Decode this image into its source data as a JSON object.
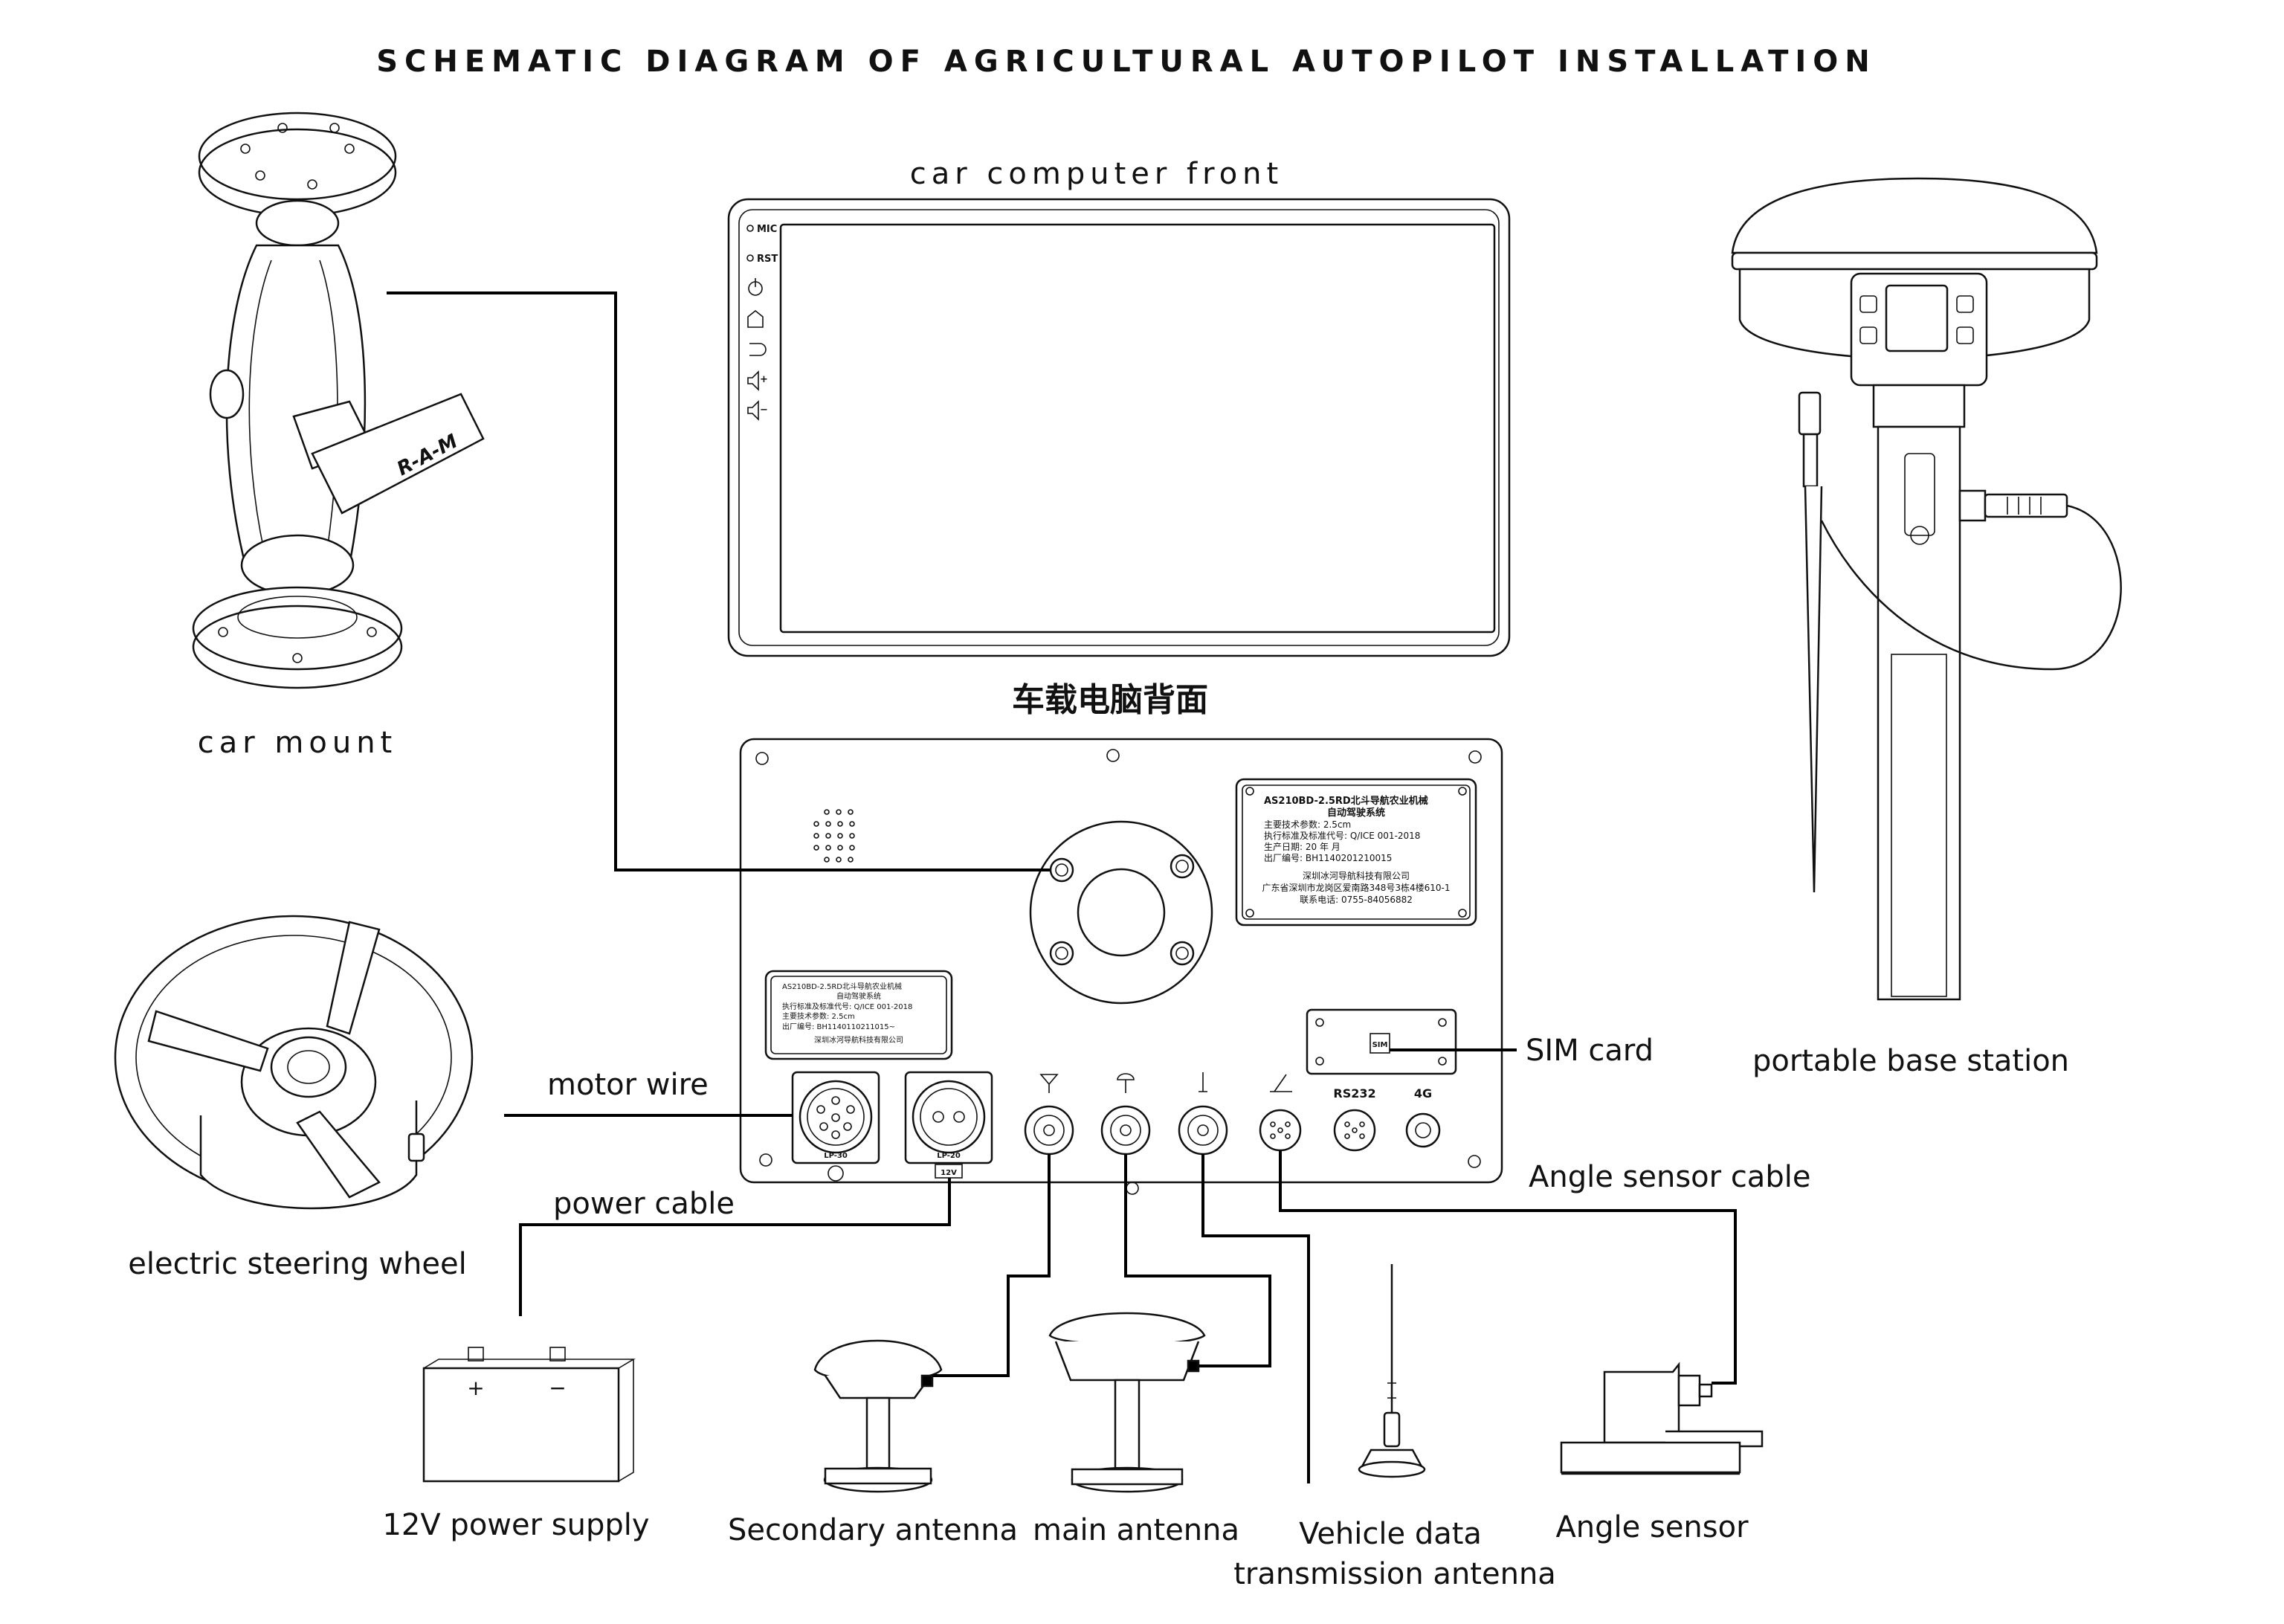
{
  "title": "SCHEMATIC DIAGRAM OF AGRICULTURAL AUTOPILOT INSTALLATION",
  "labels": {
    "car_mount": "car mount",
    "car_computer_front": "car computer front",
    "car_computer_back": "车载电脑背面",
    "portable_base_station": "portable base station",
    "electric_steering_wheel": "electric steering wheel",
    "motor_wire": "motor wire",
    "power_cable": "power cable",
    "sim_card": "SIM card",
    "angle_sensor_cable": "Angle sensor cable",
    "power_supply": "12V power supply",
    "secondary_antenna": "Secondary antenna",
    "main_antenna": "main antenna",
    "vehicle_antenna_line1": "Vehicle data",
    "vehicle_antenna_line2": "transmission antenna",
    "angle_sensor": "Angle sensor"
  },
  "front_panel": {
    "mic": "MIC",
    "rst": "RST"
  },
  "nameplate_main": {
    "line1": "AS210BD-2.5RD北斗导航农业机械",
    "line2": "自动驾驶系统",
    "line3": "主要技术参数: 2.5cm",
    "line4": "执行标准及标准代号: Q/ICE 001-2018",
    "line5": "生产日期: 20    年    月",
    "line6": "出厂编号: BH1140201210015",
    "line7": "深圳冰河导航科技有限公司",
    "line8": "广东省深圳市龙岗区爱南路348号3栋4楼610-1",
    "line9": "联系电话: 0755-84056882"
  },
  "nameplate_small": {
    "line1": "AS210BD-2.5RD北斗导航农业机械",
    "line2": "自动驾驶系统",
    "line3": "执行标准及标准代号: Q/ICE 001-2018",
    "line4": "主要技术参数: 2.5cm",
    "line5": "出厂编号: BH1140110211015~",
    "line6": "深圳冰河导航科技有限公司"
  },
  "ports": {
    "lp30": "LP-30",
    "lp20": "LP-20",
    "v12": "12V",
    "sim": "SIM",
    "rs232": "RS232",
    "g4": "4G"
  },
  "battery": {
    "plus": "+",
    "minus": "−"
  },
  "mount_brand": "R-A-M"
}
